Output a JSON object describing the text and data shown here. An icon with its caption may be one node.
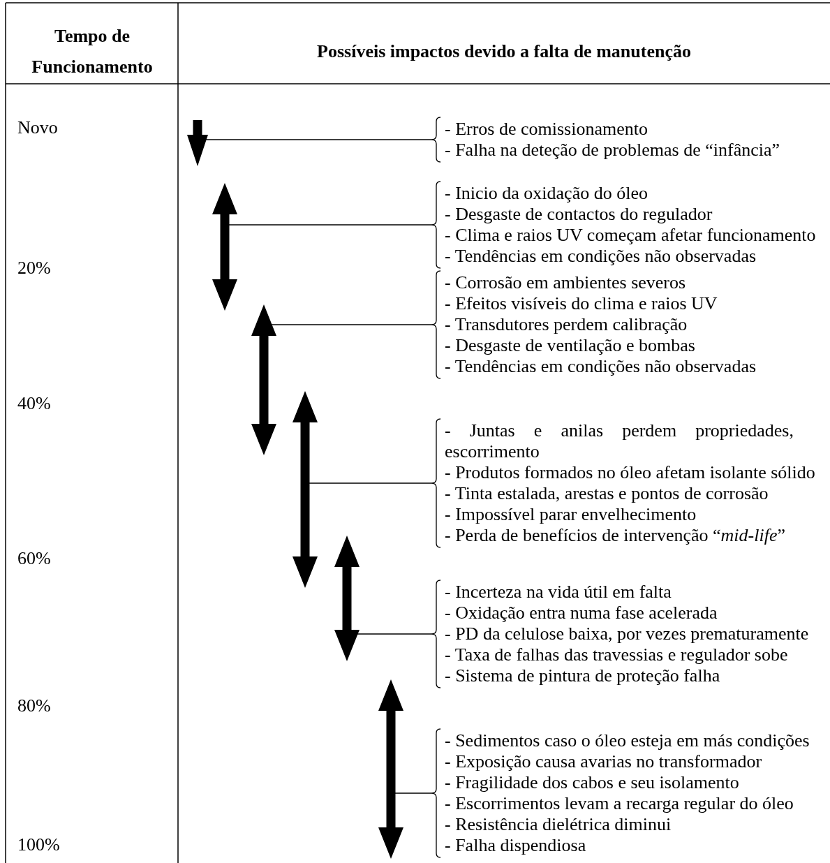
{
  "diagram": {
    "nodes": [
      {
        "text": [],
        "shape": "arrow"
      },
      {
        "text": [
          "- Erros de comissionamento",
          "- Falha na deteção de problemas de “infância”"
        ]
      },
      {
        "text": [],
        "shape": "arrow"
      },
      {
        "text": [
          "- Inicio da oxidação do óleo",
          "- Desgaste de contactos do regulador",
          "- Clima e raios UV começam afetar funcionamento",
          "- Tendências em condições não observadas"
        ]
      },
      {
        "text": [],
        "shape": "arrow"
      },
      {
        "text": [
          "- Corrosão em ambientes severos",
          "- Efeitos visíveis do clima e raios UV",
          "- Transdutores perdem calibração",
          "- Desgaste de ventilação e bombas",
          "- Tendências em condições não observadas"
        ]
      },
      {
        "text": [],
        "shape": "arrow"
      },
      {
        "text": [
          "- Juntas e anilas perdem propriedades, escorrimento",
          "- Produtos formados no óleo afetam isolante sólido",
          "- Tinta estalada, arestas e pontos de corrosão",
          "- Impossível parar envelhecimento",
          "- Perda de benefícios de intervenção “*mid-life*”"
        ]
      },
      {
        "text": [],
        "shape": "arrow"
      },
      {
        "text": [
          "- Incerteza na vida útil em falta",
          "- Oxidação entra numa fase acelerada",
          "- PD da celulose baixa, por vezes prematuramente",
          "- Taxa de falhas das travessias e regulador sobe",
          "- Sistema de pintura de proteção falha"
        ]
      },
      {
        "text": [],
        "shape": "arrow"
      },
      {
        "text": [
          "- Sedimentos caso o óleo esteja em más condições",
          "- Exposição causa avarias no transformador",
          "- Fragilidade dos cabos e seu isolamento",
          "- Escorrimentos levam a recarga regular do óleo",
          "- Resistência dielétrica diminui",
          "- Falha dispendiosa"
        ]
      }
    ],
    "edges": [
      {
        "from": 1,
        "to": 0,
        "arrow": "none"
      },
      {
        "from": 3,
        "to": 2,
        "arrow": "none"
      },
      {
        "from": 5,
        "to": 4,
        "arrow": "none"
      },
      {
        "from": 7,
        "to": 6,
        "arrow": "none"
      },
      {
        "from": 9,
        "to": 8,
        "arrow": "none"
      },
      {
        "from": 11,
        "to": 10,
        "arrow": "none"
      }
    ],
    "labels": [
      "Tempo de Funcionamento",
      "Possíveis impactos devido a falta de manutenção",
      "Novo",
      "20%",
      "40%",
      "60%",
      "80%",
      "100%"
    ]
  }
}
